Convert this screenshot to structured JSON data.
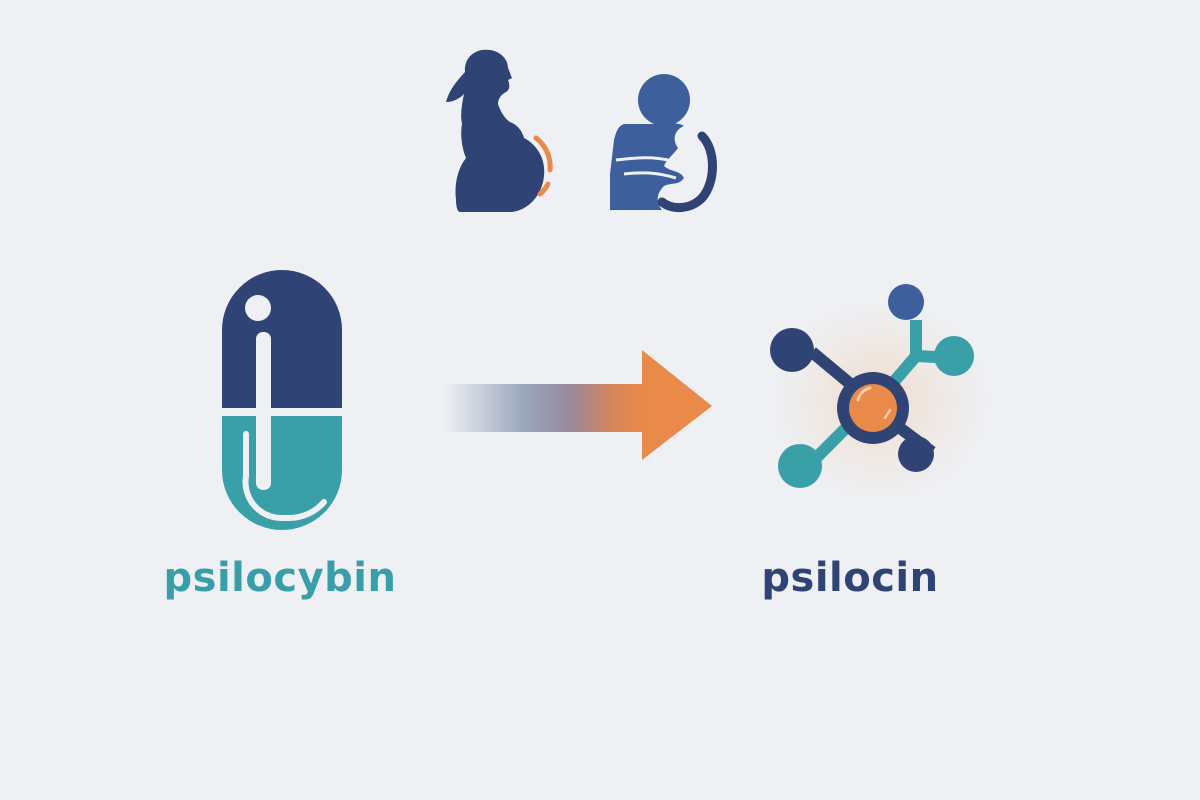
{
  "diagram": {
    "title": "",
    "groups": {
      "populations": {
        "items": [
          {
            "id": "pregnant-person",
            "label": "pregnant person",
            "icon": "pregnant-person-icon"
          },
          {
            "id": "breastfeeding-person",
            "label": "breastfeeding person",
            "icon": "breastfeeding-person-icon"
          }
        ]
      }
    },
    "nodes": [
      {
        "id": "psilocybin",
        "label": "psilocybin",
        "icon": "capsule-icon"
      },
      {
        "id": "psilocin",
        "label": "psilocin",
        "icon": "molecule-icon"
      }
    ],
    "edges": [
      {
        "from": "psilocybin",
        "to": "psilocin",
        "style": "gradient-arrow"
      }
    ]
  },
  "colors": {
    "background": "#eef0f4",
    "navy": "#2f4374",
    "blue": "#3d5f9c",
    "teal": "#3aa0a8",
    "orange": "#ea8a4a"
  }
}
